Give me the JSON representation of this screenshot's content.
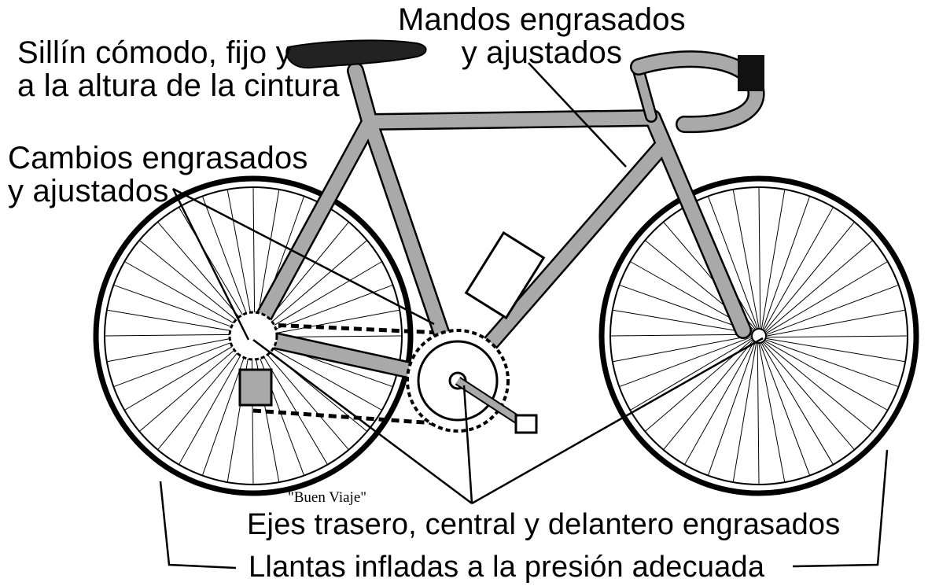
{
  "labels": {
    "saddle_line1": "Sillín cómodo, fijo y",
    "saddle_line2": "a la altura de la cintura",
    "controls_line1": "Mandos engrasados",
    "controls_line2": "y ajustados",
    "gears_line1": "Cambios engrasados",
    "gears_line2": "y ajustados",
    "axles": "Ejes trasero, central y delantero engrasados",
    "tires": "Llantas infladas a la presión adecuada",
    "caption": "\"Buen Viaje\""
  },
  "colors": {
    "frame": "#a9a9a9",
    "line": "#000000",
    "background": "#ffffff"
  },
  "wheel_spokes": 36
}
